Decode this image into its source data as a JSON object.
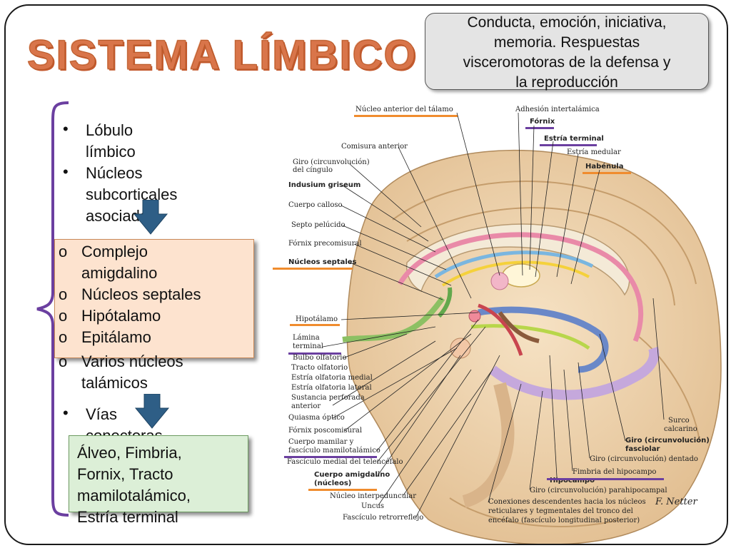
{
  "title": "SISTEMA LÍMBICO",
  "top_box": {
    "lines": [
      "Conducta, emoción, iniciativa,",
      "memoria. Respuestas",
      "visceromotoras de la defensa y",
      "la reproducción"
    ]
  },
  "bullets": [
    {
      "marker": "•",
      "text_lines": [
        "Lóbulo límbico"
      ]
    },
    {
      "marker": "•",
      "text_lines": [
        "Núcleos",
        "subcorticales",
        "asociados"
      ]
    },
    {
      "marker": "•",
      "text_lines": [
        "Vías conectoras"
      ]
    }
  ],
  "sub_items": [
    {
      "marker": "o",
      "text_lines": [
        "Complejo",
        "amigdalino"
      ]
    },
    {
      "marker": "o",
      "text_lines": [
        "Núcleos septales"
      ]
    },
    {
      "marker": "o",
      "text_lines": [
        "Hipótalamo"
      ]
    },
    {
      "marker": "o",
      "text_lines": [
        "Epitálamo"
      ]
    },
    {
      "marker": "o",
      "text_lines": [
        "Varios núcleos",
        "talámicos"
      ]
    }
  ],
  "green_box": {
    "lines": [
      "Álveo, Fimbria,",
      "Fornix, Tracto",
      "mamilotalámico,",
      "Estría terminal"
    ]
  },
  "colors": {
    "arrow": "#2e5e86",
    "bracket": "#6b3fa0",
    "highlight_orange": "#f08c2e",
    "highlight_purple": "#6b3fa0"
  },
  "illustration_labels": {
    "nucleo_anterior": "Núcleo anterior del tálamo",
    "adhesion": "Adhesión intertalámica",
    "fornix": "Fórnix",
    "estria_terminal": "Estría terminal",
    "estria_medular": "Estría medular",
    "habenula": "Habénula",
    "comisura": "Comisura anterior",
    "giro_cingulo_1": "Giro (circunvolución)",
    "giro_cingulo_2": "del cíngulo",
    "indusium": "Indusium griseum",
    "cuerpo_calloso": "Cuerpo calloso",
    "septo": "Septo pelúcido",
    "fornix_pre": "Fórnix precomisural",
    "nucleos_septales": "Núcleos septales",
    "hipotalamo": "Hipotálamo",
    "lamina_1": "Lámina",
    "lamina_2": "terminal",
    "bulbo": "Bulbo olfatorio",
    "tracto": "Tracto olfatorio",
    "estria_med": "Estría olfatoria medial",
    "estria_lat": "Estría olfatoria lateral",
    "sustancia_1": "Sustancia perforada",
    "sustancia_2": "anterior",
    "quiasma": "Quiasma óptico",
    "fornix_pos": "Fórnix poscomisural",
    "cuerpo_mamilar_1": "Cuerpo mamilar y",
    "cuerpo_mamilar_2": "fascículo mamilotalámico",
    "fasciculo_medial": "Fascículo medial del telencéfalo",
    "cuerpo_amig_1": "Cuerpo amigdalino",
    "cuerpo_amig_2": "(núcleos)",
    "nucleo_inter": "Núcleo interpeduncular",
    "uncus": "Uncus",
    "fasciculo_retro": "Fascículo retrorreflejo",
    "surco_1": "Surco",
    "surco_2": "calcarino",
    "giro_fasc_1": "Giro (circunvolución)",
    "giro_fasc_2": "fasciolar",
    "giro_dentado": "Giro (circunvolución) dentado",
    "fimbria": "Fimbria del hipocampo",
    "hipocampo": "Hipocampo",
    "giro_para": "Giro (circunvolución) parahipocampal",
    "conex_1": "Conexiones descendentes hacia los núcleos",
    "conex_2": "reticulares y tegmentales del tronco del",
    "conex_3": "encéfalo (fascículo longitudinal posterior)",
    "signature": "F. Netter"
  }
}
